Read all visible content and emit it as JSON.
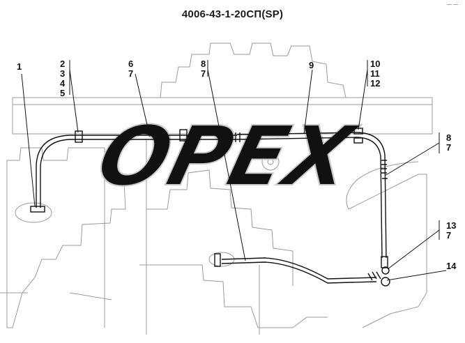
{
  "drawing": {
    "title": "4006-43-1-20СП(SP)",
    "corner_mark": "— —",
    "watermark": "OPEX",
    "callouts": [
      {
        "id": "c1",
        "lines": [
          "1"
        ]
      },
      {
        "id": "c2",
        "lines": [
          "2",
          "3",
          "4",
          "5"
        ]
      },
      {
        "id": "c3",
        "lines": [
          "6",
          "7"
        ]
      },
      {
        "id": "c4",
        "lines": [
          "8",
          "7"
        ]
      },
      {
        "id": "c5",
        "lines": [
          "9"
        ]
      },
      {
        "id": "c6",
        "lines": [
          "10",
          "11",
          "12"
        ]
      },
      {
        "id": "c7",
        "lines": [
          "8",
          "7"
        ]
      },
      {
        "id": "c8",
        "lines": [
          "13",
          "7"
        ]
      },
      {
        "id": "c9",
        "lines": [
          "14"
        ]
      }
    ]
  },
  "colors": {
    "line": "#111111",
    "background_line": "#9a9a9a",
    "watermark": "#c9c9c9"
  }
}
